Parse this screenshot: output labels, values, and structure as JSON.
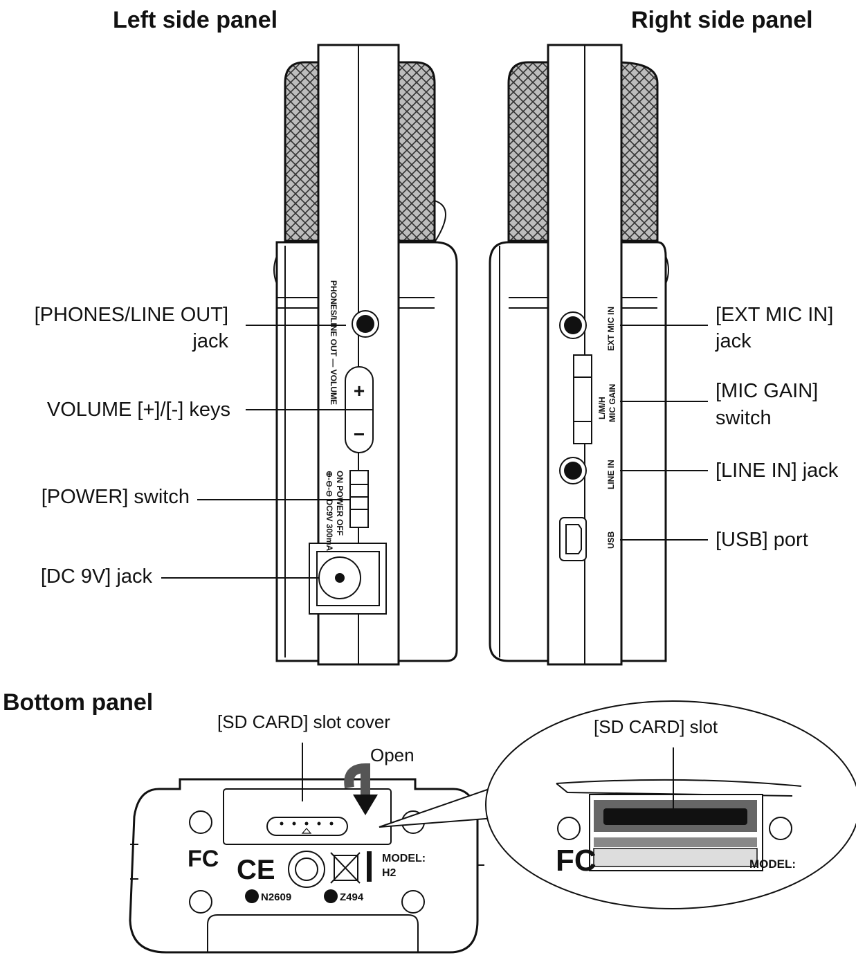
{
  "headings": {
    "left": "Left side panel",
    "right": "Right side panel",
    "bottom": "Bottom panel"
  },
  "left_panel": {
    "callouts": {
      "phones_line1": "[PHONES/LINE OUT]",
      "phones_line2": "jack",
      "volume": "VOLUME [+]/[-] keys",
      "power": "[POWER] switch",
      "dc": "[DC 9V] jack"
    },
    "device_text": {
      "phones_volume": "PHONES/LINE OUT — VOLUME",
      "power_on_off": "ON POWER OFF",
      "dc_rating": "⊕-⊖-⊖ DC9V 300mA",
      "plus_key": "+",
      "minus_key": "−"
    }
  },
  "right_panel": {
    "callouts": {
      "ext_mic_line1": "[EXT MIC IN]",
      "ext_mic_line2": "jack",
      "mic_gain_line1": "[MIC GAIN]",
      "mic_gain_line2": "switch",
      "line_in": "[LINE IN] jack",
      "usb": "[USB] port"
    },
    "device_text": {
      "ext_mic_in": "EXT MIC IN",
      "lmh": "L/M/H",
      "mic_gain": "MIC GAIN",
      "line_in": "LINE IN",
      "usb": "USB"
    }
  },
  "bottom_panel": {
    "callouts": {
      "sd_cover": "[SD CARD] slot cover",
      "open": "Open",
      "sd_slot": "[SD CARD] slot"
    },
    "device_text": {
      "fcc": "FC",
      "ce": "CE",
      "model_label": "MODEL:",
      "model_value": "H2",
      "cert_1": "N2609",
      "cert_2": "Z494",
      "zoom_model": "MODEL:"
    }
  },
  "colors": {
    "ink": "#111111",
    "background": "#ffffff",
    "mesh": "#9a9a9a"
  }
}
